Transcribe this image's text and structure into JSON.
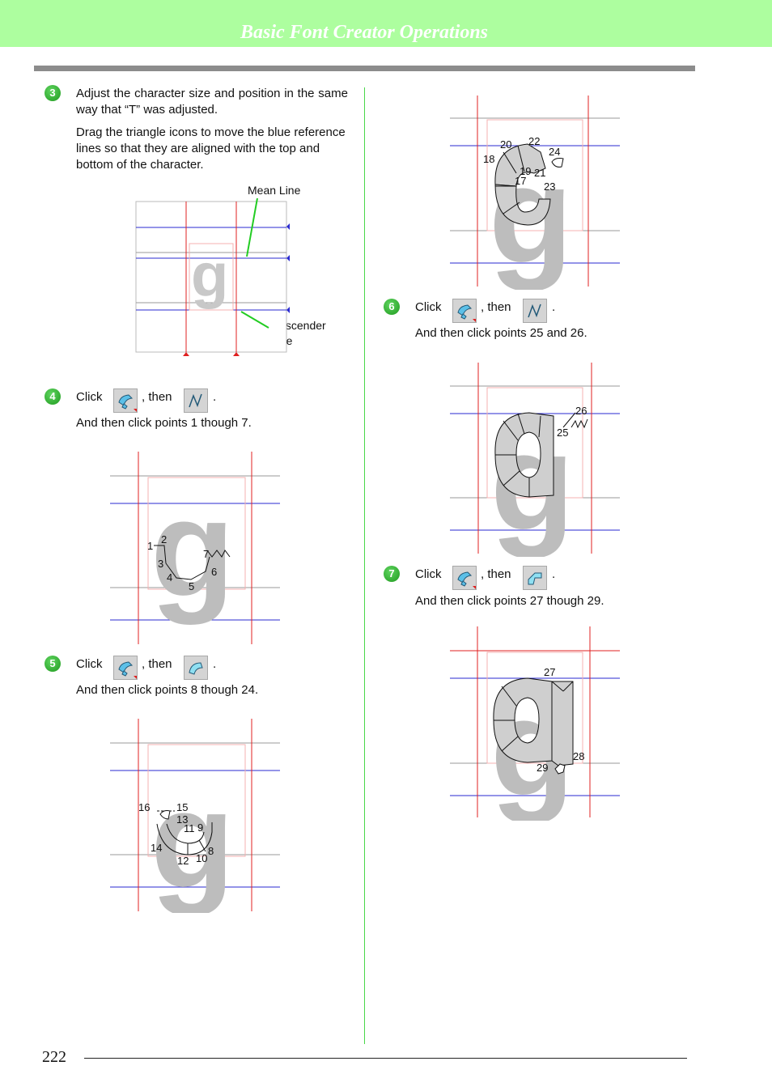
{
  "header": {
    "title": "Basic Font Creator Operations"
  },
  "page_number": "222",
  "steps": {
    "s3": {
      "num": "3",
      "p1": "Adjust the character size and position in the same way that “T” was adjusted.",
      "p2": "Drag the triangle icons to move the blue reference lines so that they are aligned with the top and bottom of the character.",
      "mean_label": "Mean Line",
      "desc_label_1": "Descender",
      "desc_label_2": "Line",
      "glyph": "g"
    },
    "s4": {
      "num": "4",
      "click": "Click",
      "then": ", then",
      "period": ".",
      "detail": "And then click points 1 though 7.",
      "glyph": "g"
    },
    "s5": {
      "num": "5",
      "click": "Click",
      "then": ", then",
      "period": ".",
      "detail": "And then click points 8 though 24.",
      "glyph": "g"
    },
    "s6": {
      "num": "6",
      "click": "Click",
      "then": ", then",
      "period": ".",
      "detail": "And then click points 25 and 26.",
      "glyph": "g"
    },
    "s7": {
      "num": "7",
      "click": "Click",
      "then": ", then",
      "period": ".",
      "detail": "And then click points 27 though 29.",
      "glyph": "g"
    }
  },
  "points": {
    "p1": "1",
    "p2": "2",
    "p3": "3",
    "p4": "4",
    "p5": "5",
    "p6": "6",
    "p7": "7",
    "p8": "8",
    "p9": "9",
    "p10": "10",
    "p11": "11",
    "p12": "12",
    "p13": "13",
    "p14": "14",
    "p15": "15",
    "p16": "16",
    "p17": "17",
    "p18": "18",
    "p19": "19",
    "p20": "20",
    "p21": "21",
    "p22": "22",
    "p23": "23",
    "p24": "24",
    "p25": "25",
    "p26": "26",
    "p27": "27",
    "p28": "28",
    "p29": "29"
  },
  "icons": {
    "sewing_type": "stitch-direction-icon",
    "straight_line": "straight-line-tool-icon",
    "curve_line": "curve-line-tool-icon",
    "corner_tool": "corner-tool-icon"
  },
  "colors": {
    "header": "#adfe9f",
    "badge": "#2aa52a",
    "guide_red": "#e02020",
    "guide_blue": "#2a2ad0",
    "glyph_gray": "#bdbdbd",
    "callout_green": "#22cc22"
  }
}
